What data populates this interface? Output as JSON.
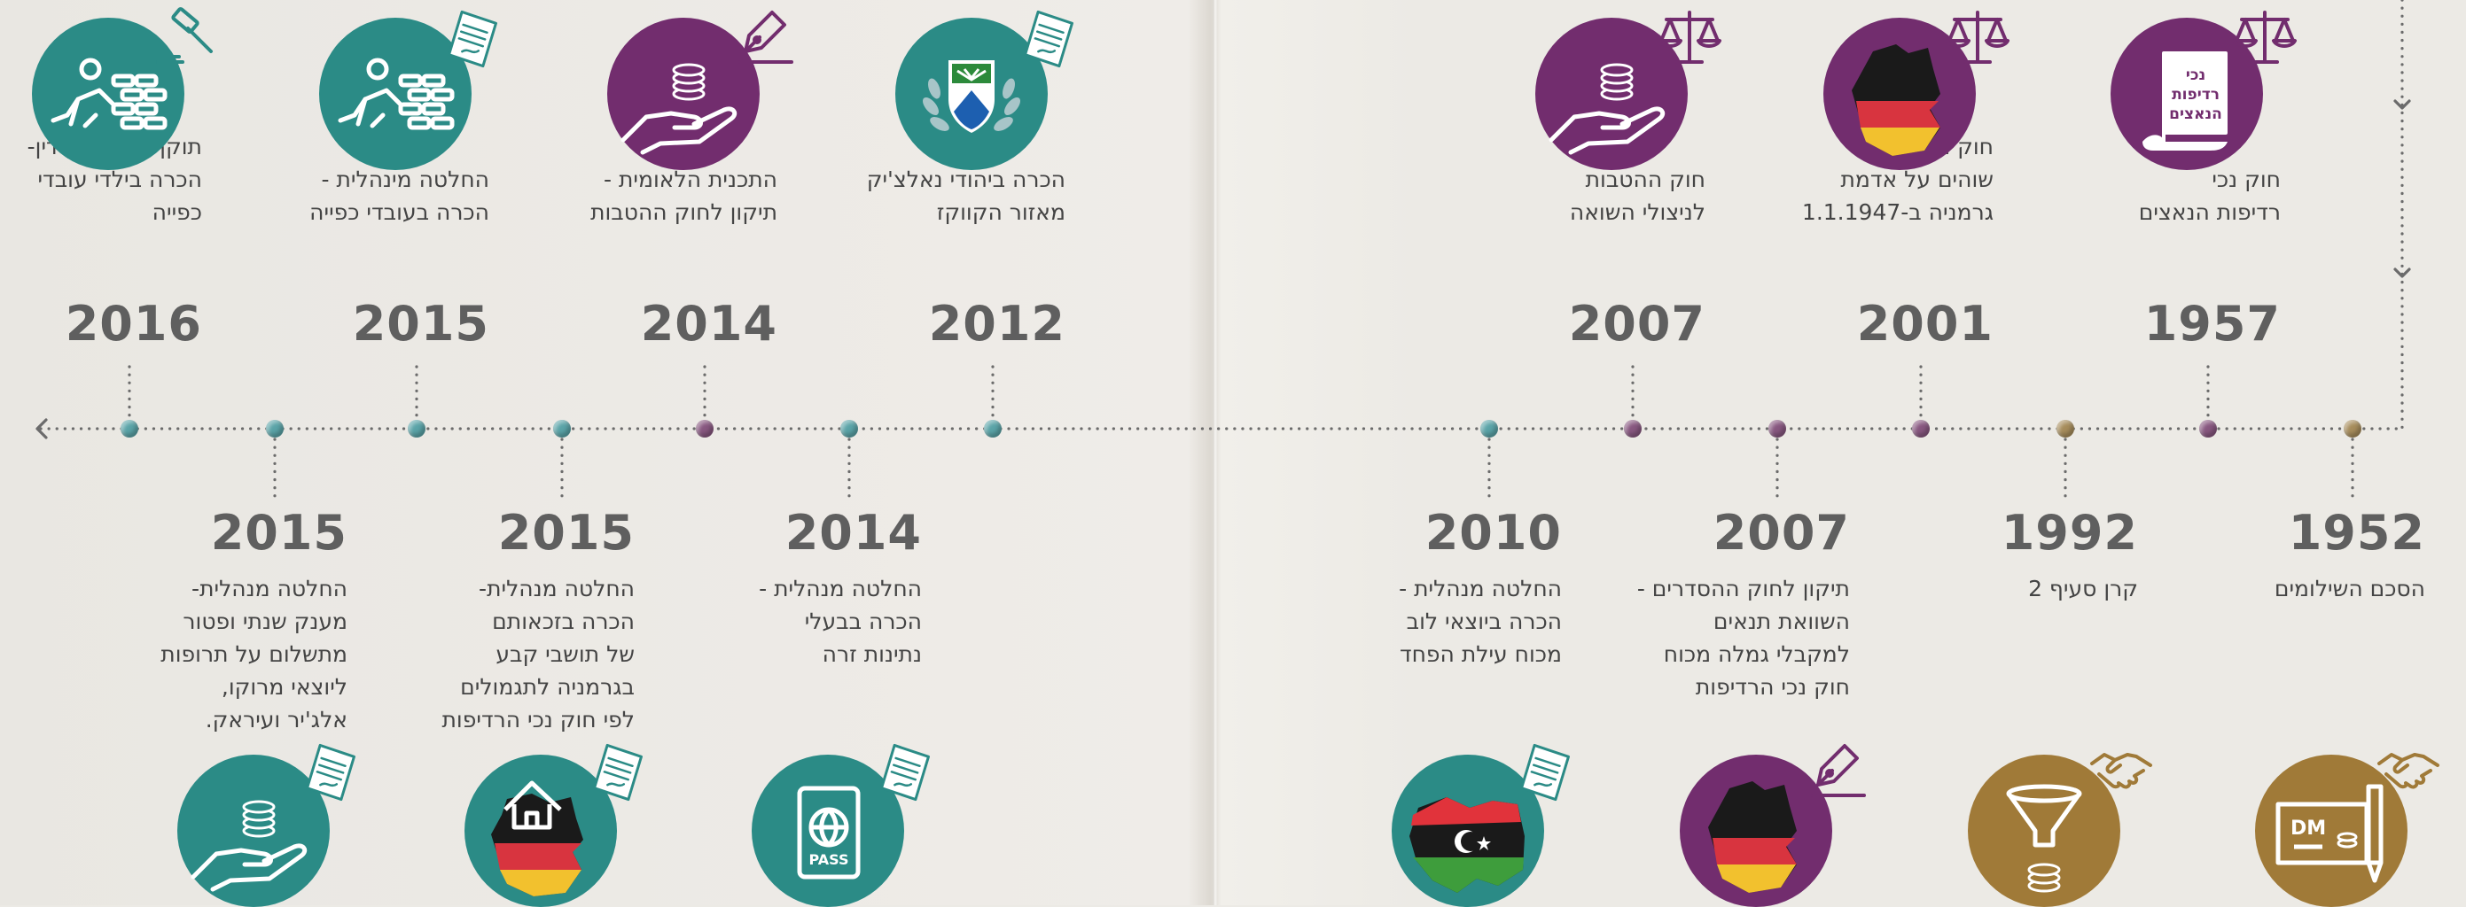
{
  "colors": {
    "teal": "#2b8b86",
    "purple": "#722d6e",
    "bronze": "#a07a38",
    "dot_teal": "#5aa3a7",
    "dot_purple": "#87577f",
    "dot_bronze": "#a68c5b",
    "axis": "#6b6b6b"
  },
  "timeline": {
    "direction": "right-to-left",
    "top_events": [
      {
        "year": "2016",
        "text": "תוקף של פסק דין-\nהכרה בילדי עובדי\nכפייה",
        "icon": "construction-worker-icon",
        "circle_color": "teal",
        "badge": "gavel-icon"
      },
      {
        "year": "2015",
        "text": "החלטה מינהלית -\nהכרה בעובדי כפייה",
        "icon": "construction-worker-icon",
        "circle_color": "teal",
        "badge": "document-icon"
      },
      {
        "year": "2014",
        "text": "התכנית הלאומית -\nתיקון לחוק ההטבות",
        "icon": "hand-coins-icon",
        "circle_color": "purple",
        "badge": "fountain-pen-icon"
      },
      {
        "year": "2012",
        "text": "הכרה ביהודי נאלצ'יק\nמאזור הקווקז",
        "icon": "nalchik-emblem-icon",
        "circle_color": "teal",
        "badge": "document-icon"
      },
      {
        "year": "2007",
        "text": "חוק ההטבות\nלניצולי השואה",
        "icon": "hand-coins-icon",
        "circle_color": "purple",
        "badge": "scales-icon"
      },
      {
        "year": "2001",
        "text": "חוק ההסדרים -\nשוהים על אדמת\nגרמניה ב-1.1.1947",
        "icon": "germany-map-icon",
        "circle_color": "purple",
        "badge": "scales-icon"
      },
      {
        "year": "1957",
        "text": "חוק נכי\nרדיפות הנאצים",
        "icon": "law-scroll-icon",
        "circle_color": "purple",
        "badge": "scales-icon",
        "scroll_text": "נכי\nרדיפות\nהנאצים"
      }
    ],
    "bottom_events": [
      {
        "year": "2015",
        "text": "החלטה מנהלית-\nמענק שנתי ופטור\nמתשלום על תרופות\nליוצאי מרוקו,\nאלג'יר ועיראק.",
        "icon": "hand-coins-icon",
        "circle_color": "teal",
        "badge": "document-icon"
      },
      {
        "year": "2015",
        "text": "החלטה מנהלית-\nהכרה בזכאותם\nשל תושבי קבע\nבגרמניה לתגמולים\nלפי חוק נכי הרדיפות",
        "icon": "germany-house-icon",
        "circle_color": "teal",
        "badge": "document-icon"
      },
      {
        "year": "2014",
        "text": "החלטה מנהלית -\nהכרה בבעלי\nנתינות זרה",
        "icon": "passport-icon",
        "circle_color": "teal",
        "badge": "document-icon",
        "passport_text": "PASS"
      },
      {
        "year": "2010",
        "text": "החלטה מנהלית -\nהכרה ביוצאי לוב\nמכוח עילת הפחד",
        "icon": "libya-map-icon",
        "circle_color": "teal",
        "badge": "document-icon"
      },
      {
        "year": "2007",
        "text": "תיקון לחוק ההסדרים -\nהשוואת תנאים\nלמקבלי גמלה מכוח\nחוק נכי הרדיפות",
        "icon": "germany-map-icon",
        "circle_color": "purple",
        "badge": "fountain-pen-icon"
      },
      {
        "year": "1992",
        "text": "קרן סעיף 2",
        "icon": "funnel-coins-icon",
        "circle_color": "bronze",
        "badge": "handshake-icon"
      },
      {
        "year": "1952",
        "text": "הסכם השילומים",
        "icon": "reparations-check-icon",
        "circle_color": "bronze",
        "badge": "handshake-icon",
        "check_text": "DM"
      }
    ]
  }
}
